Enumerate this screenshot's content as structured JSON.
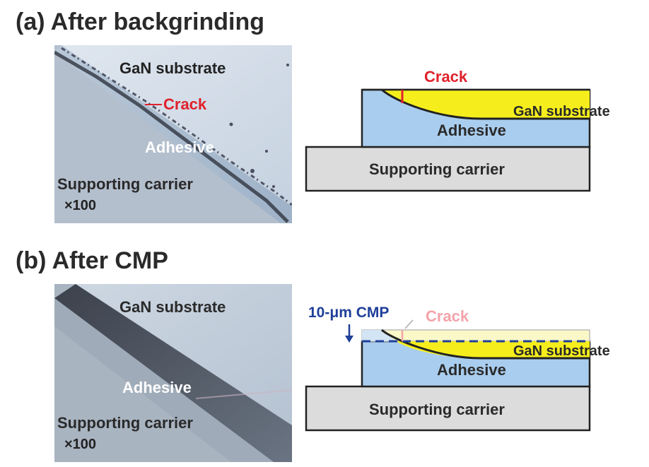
{
  "panel_a": {
    "heading": "(a) After backgrinding",
    "photo": {
      "gan_label": "GaN substrate",
      "crack_label": "Crack",
      "adhesive_label": "Adhesive",
      "carrier_label": "Supporting carrier",
      "magnification": "×100"
    },
    "schematic": {
      "crack_label": "Crack",
      "gan_label": "GaN substrate",
      "adhesive_label": "Adhesive",
      "carrier_label": "Supporting carrier"
    }
  },
  "panel_b": {
    "heading": "(b) After CMP",
    "photo": {
      "gan_label": "GaN substrate",
      "adhesive_label": "Adhesive",
      "carrier_label": "Supporting carrier",
      "magnification": "×100"
    },
    "schematic": {
      "cmp_label": "10-μm CMP",
      "crack_label": "Crack",
      "gan_label": "GaN substrate",
      "adhesive_label": "Adhesive",
      "carrier_label": "Supporting carrier"
    }
  },
  "colors": {
    "gan_yellow": "#f5ee1c",
    "adhesive_blue": "#a9cdee",
    "carrier_gray": "#dcdcdc",
    "crack_red": "#e0212b",
    "cmp_blue": "#1f3f99",
    "faded_crack": "#f3a3aa"
  }
}
